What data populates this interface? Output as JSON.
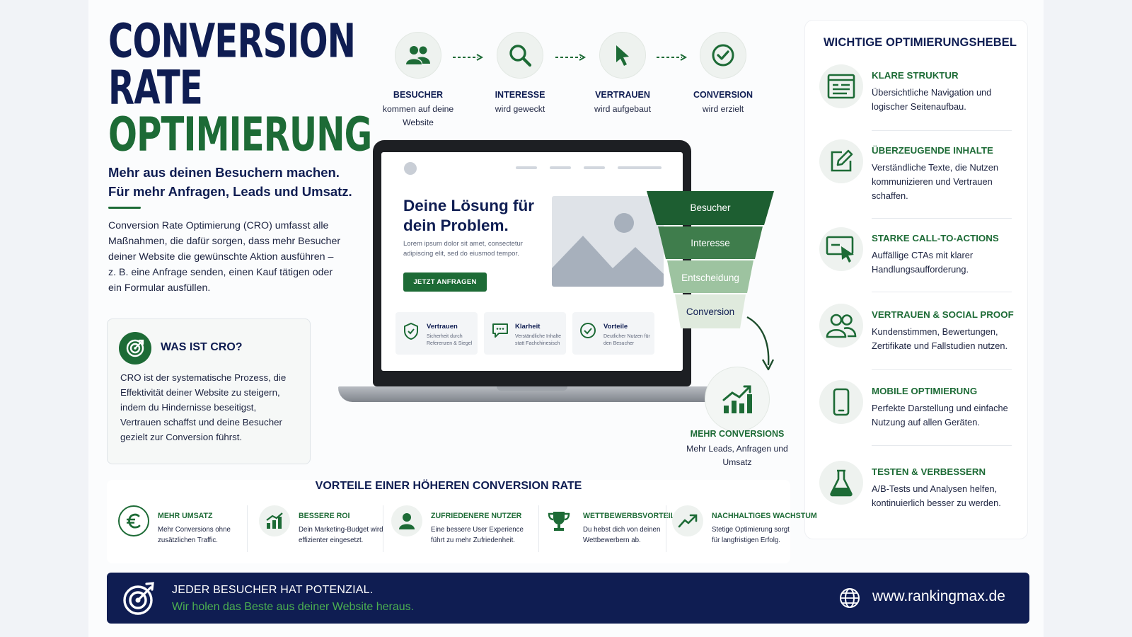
{
  "title": {
    "line1": "CONVERSION",
    "line2": "RATE",
    "line3": "OPTIMIERUNG"
  },
  "subtitle": "Mehr aus deinen Besuchern machen. Für mehr Anfragen, Leads und Umsatz.",
  "intro": "Conversion Rate Optimierung (CRO) umfasst alle Maßnahmen, die dafür sorgen, dass mehr Besucher deiner Website die gewünschte Aktion ausführen – z. B. eine Anfrage senden, einen Kauf tätigen oder ein Formular ausfüllen.",
  "cro_box": {
    "title": "WAS IST CRO?",
    "text": "CRO ist der systematische Prozess, die Effektivität deiner Website zu steigern, indem du Hindernisse beseitigst, Vertrauen schaffst und deine Besucher gezielt zur Conversion führst."
  },
  "steps": [
    {
      "label": "BESUCHER",
      "sub": "kommen auf deine Website",
      "icon": "users-icon"
    },
    {
      "label": "INTERESSE",
      "sub": "wird geweckt",
      "icon": "search-icon"
    },
    {
      "label": "VERTRAUEN",
      "sub": "wird aufgebaut",
      "icon": "cursor-icon"
    },
    {
      "label": "CONVERSION",
      "sub": "wird erzielt",
      "icon": "check-circle-icon"
    }
  ],
  "laptop": {
    "headline": "Deine Lösung für dein Problem.",
    "lorem": "Lorem ipsum dolor sit amet, consectetur adipiscing elit, sed do eiusmod tempor.",
    "cta": "JETZT ANFRAGEN",
    "cards": [
      {
        "title": "Vertrauen",
        "sub": "Sicherheit durch Referenzen & Siegel",
        "icon": "shield-check-icon"
      },
      {
        "title": "Klarheit",
        "sub": "Verständliche Inhalte statt Fachchinesisch",
        "icon": "speech-bubble-icon"
      },
      {
        "title": "Vorteile",
        "sub": "Deutlicher Nutzen für den Besucher",
        "icon": "check-circle-icon"
      }
    ]
  },
  "funnel": {
    "stages": [
      "Besucher",
      "Interesse",
      "Entscheidung",
      "Conversion"
    ],
    "colors": [
      "#1d5e31",
      "#3f7d4c",
      "#9dc3a0",
      "#dfeadd"
    ],
    "result_title": "MEHR CONVERSIONS",
    "result_sub": "Mehr Leads, Anfragen und Umsatz"
  },
  "levers": {
    "title": "WICHTIGE OPTIMIERUNGSHEBEL",
    "items": [
      {
        "title": "KLARE STRUKTUR",
        "desc": "Übersichtliche Navigation und logischer Seitenaufbau.",
        "icon": "layout-icon"
      },
      {
        "title": "ÜBERZEUGENDE INHALTE",
        "desc": "Verständliche Texte, die Nutzen kommunizieren und Vertrauen schaffen.",
        "icon": "edit-icon"
      },
      {
        "title": "STARKE CALL-TO-ACTIONS",
        "desc": "Auffällige CTAs mit klarer Handlungsaufforderung.",
        "icon": "click-icon"
      },
      {
        "title": "VERTRAUEN & SOCIAL PROOF",
        "desc": "Kundenstimmen, Bewertungen, Zertifikate und Fallstudien nutzen.",
        "icon": "group-icon"
      },
      {
        "title": "MOBILE OPTIMIERUNG",
        "desc": "Perfekte Darstellung und einfache Nutzung auf allen Geräten.",
        "icon": "smartphone-icon"
      },
      {
        "title": "TESTEN & VERBESSERN",
        "desc": "A/B-Tests und Analysen helfen, kontinuierlich besser zu werden.",
        "icon": "flask-icon"
      }
    ]
  },
  "benefits": {
    "title": "VORTEILE EINER HÖHEREN CONVERSION RATE",
    "items": [
      {
        "title": "MEHR UMSATZ",
        "desc": "Mehr Conversions ohne zusätzlichen Traffic.",
        "icon": "euro-icon"
      },
      {
        "title": "BESSERE ROI",
        "desc": "Dein Marketing-Budget wird effizienter eingesetzt.",
        "icon": "bar-chart-icon"
      },
      {
        "title": "ZUFRIEDENERE NUTZER",
        "desc": "Eine bessere User Experience führt zu mehr Zufriedenheit.",
        "icon": "user-icon"
      },
      {
        "title": "WETTBEWERBSVORTEIL",
        "desc": "Du hebst dich von deinen Wettbewerbern ab.",
        "icon": "trophy-icon"
      },
      {
        "title": "NACHHALTIGES WACHSTUM",
        "desc": "Stetige Optimierung sorgt für langfristigen Erfolg.",
        "icon": "trend-up-icon"
      }
    ]
  },
  "footer": {
    "line1": "JEDER BESUCHER HAT POTENZIAL.",
    "line2": "Wir holen das Beste aus deiner Website heraus.",
    "url": "www.rankingmax.de",
    "icon": "target-icon"
  },
  "colors": {
    "navy": "#0f1d52",
    "green": "#1d6b36",
    "light_green": "#4caf50"
  }
}
